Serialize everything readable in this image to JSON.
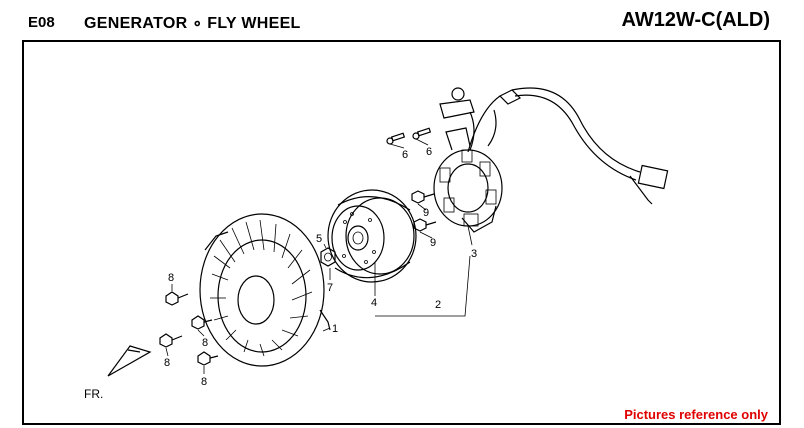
{
  "header": {
    "code": "E08",
    "title": "GENERATOR ∘ FLY WHEEL",
    "model": "AW12W-C(ALD)"
  },
  "footer": {
    "note": "Pictures reference only",
    "note_color": "#e00000"
  },
  "diagram": {
    "direction_label": "FR.",
    "callouts": [
      "1",
      "2",
      "3",
      "4",
      "5",
      "6",
      "6",
      "7",
      "8",
      "8",
      "8",
      "8",
      "9",
      "9"
    ]
  }
}
